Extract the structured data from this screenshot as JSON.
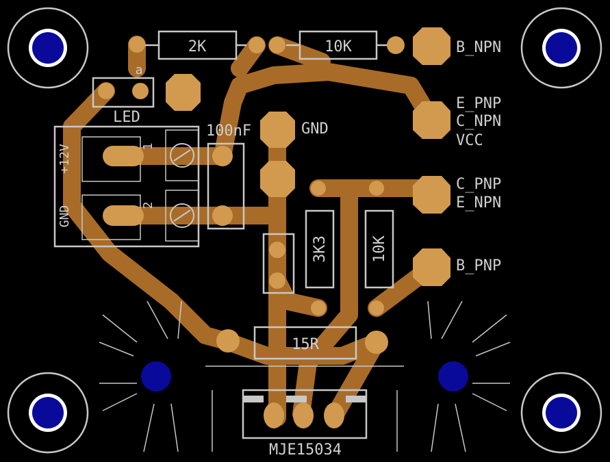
{
  "colors": {
    "background": "#000000",
    "copper": "#a86c28",
    "pad": "#d29a4e",
    "silkscreen": "#c8c8c8",
    "drill": "#0a0a9a"
  },
  "board": {
    "ic_label": "MJE15034",
    "resistors": {
      "r1": "2K",
      "r2": "10K",
      "r3": "3K3",
      "r4": "10K",
      "r5": "15R"
    },
    "capacitor": "100nF",
    "led": {
      "label": "LED",
      "pin": "a"
    },
    "terminal": {
      "pin1_net": "+12V",
      "pin2_net": "GND",
      "pin1_num": "1",
      "pin2_num": "2"
    },
    "pads": {
      "gnd": "GND",
      "b_npn": "B_NPN",
      "e_pnp": "E_PNP",
      "c_npn": "C_NPN",
      "vcc": "VCC",
      "c_pnp": "C_PNP",
      "e_npn": "E_NPN",
      "b_pnp": "B_PNP"
    }
  }
}
